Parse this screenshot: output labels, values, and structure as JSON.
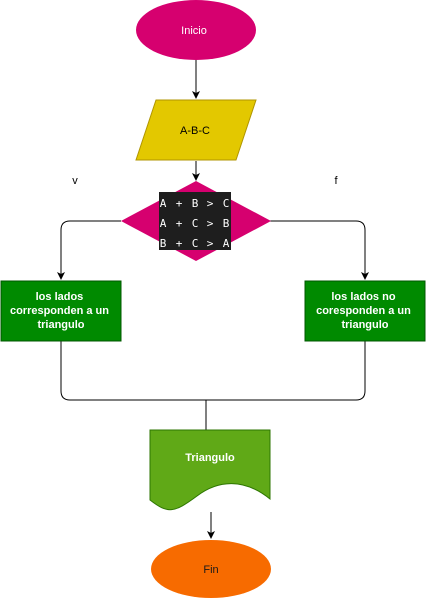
{
  "nodes": {
    "start": {
      "label": "Inicio",
      "color": "#d6006f"
    },
    "input": {
      "label": "A-B-C",
      "color": "#e3c800"
    },
    "decision": {
      "color": "#d6006f",
      "conditions": [
        {
          "a": "A",
          "op1": "+",
          "b": "B",
          "op2": ">",
          "c": "C"
        },
        {
          "a": "A",
          "op1": "+",
          "b": "C",
          "op2": ">",
          "c": "B"
        },
        {
          "a": "B",
          "op1": "+",
          "b": "C",
          "op2": ">",
          "c": "A"
        }
      ]
    },
    "true_branch": {
      "label": "v"
    },
    "false_branch": {
      "label": "f"
    },
    "process_true": {
      "lines": [
        "los lados",
        "corresponden a un",
        "triangulo"
      ],
      "color": "#008a00"
    },
    "process_false": {
      "lines": [
        "los lados no",
        "coresponden a un",
        "triangulo"
      ],
      "color": "#008a00"
    },
    "output": {
      "label": "Triangulo",
      "color": "#60a917"
    },
    "end": {
      "label": "Fin",
      "color": "#f76b00"
    }
  }
}
